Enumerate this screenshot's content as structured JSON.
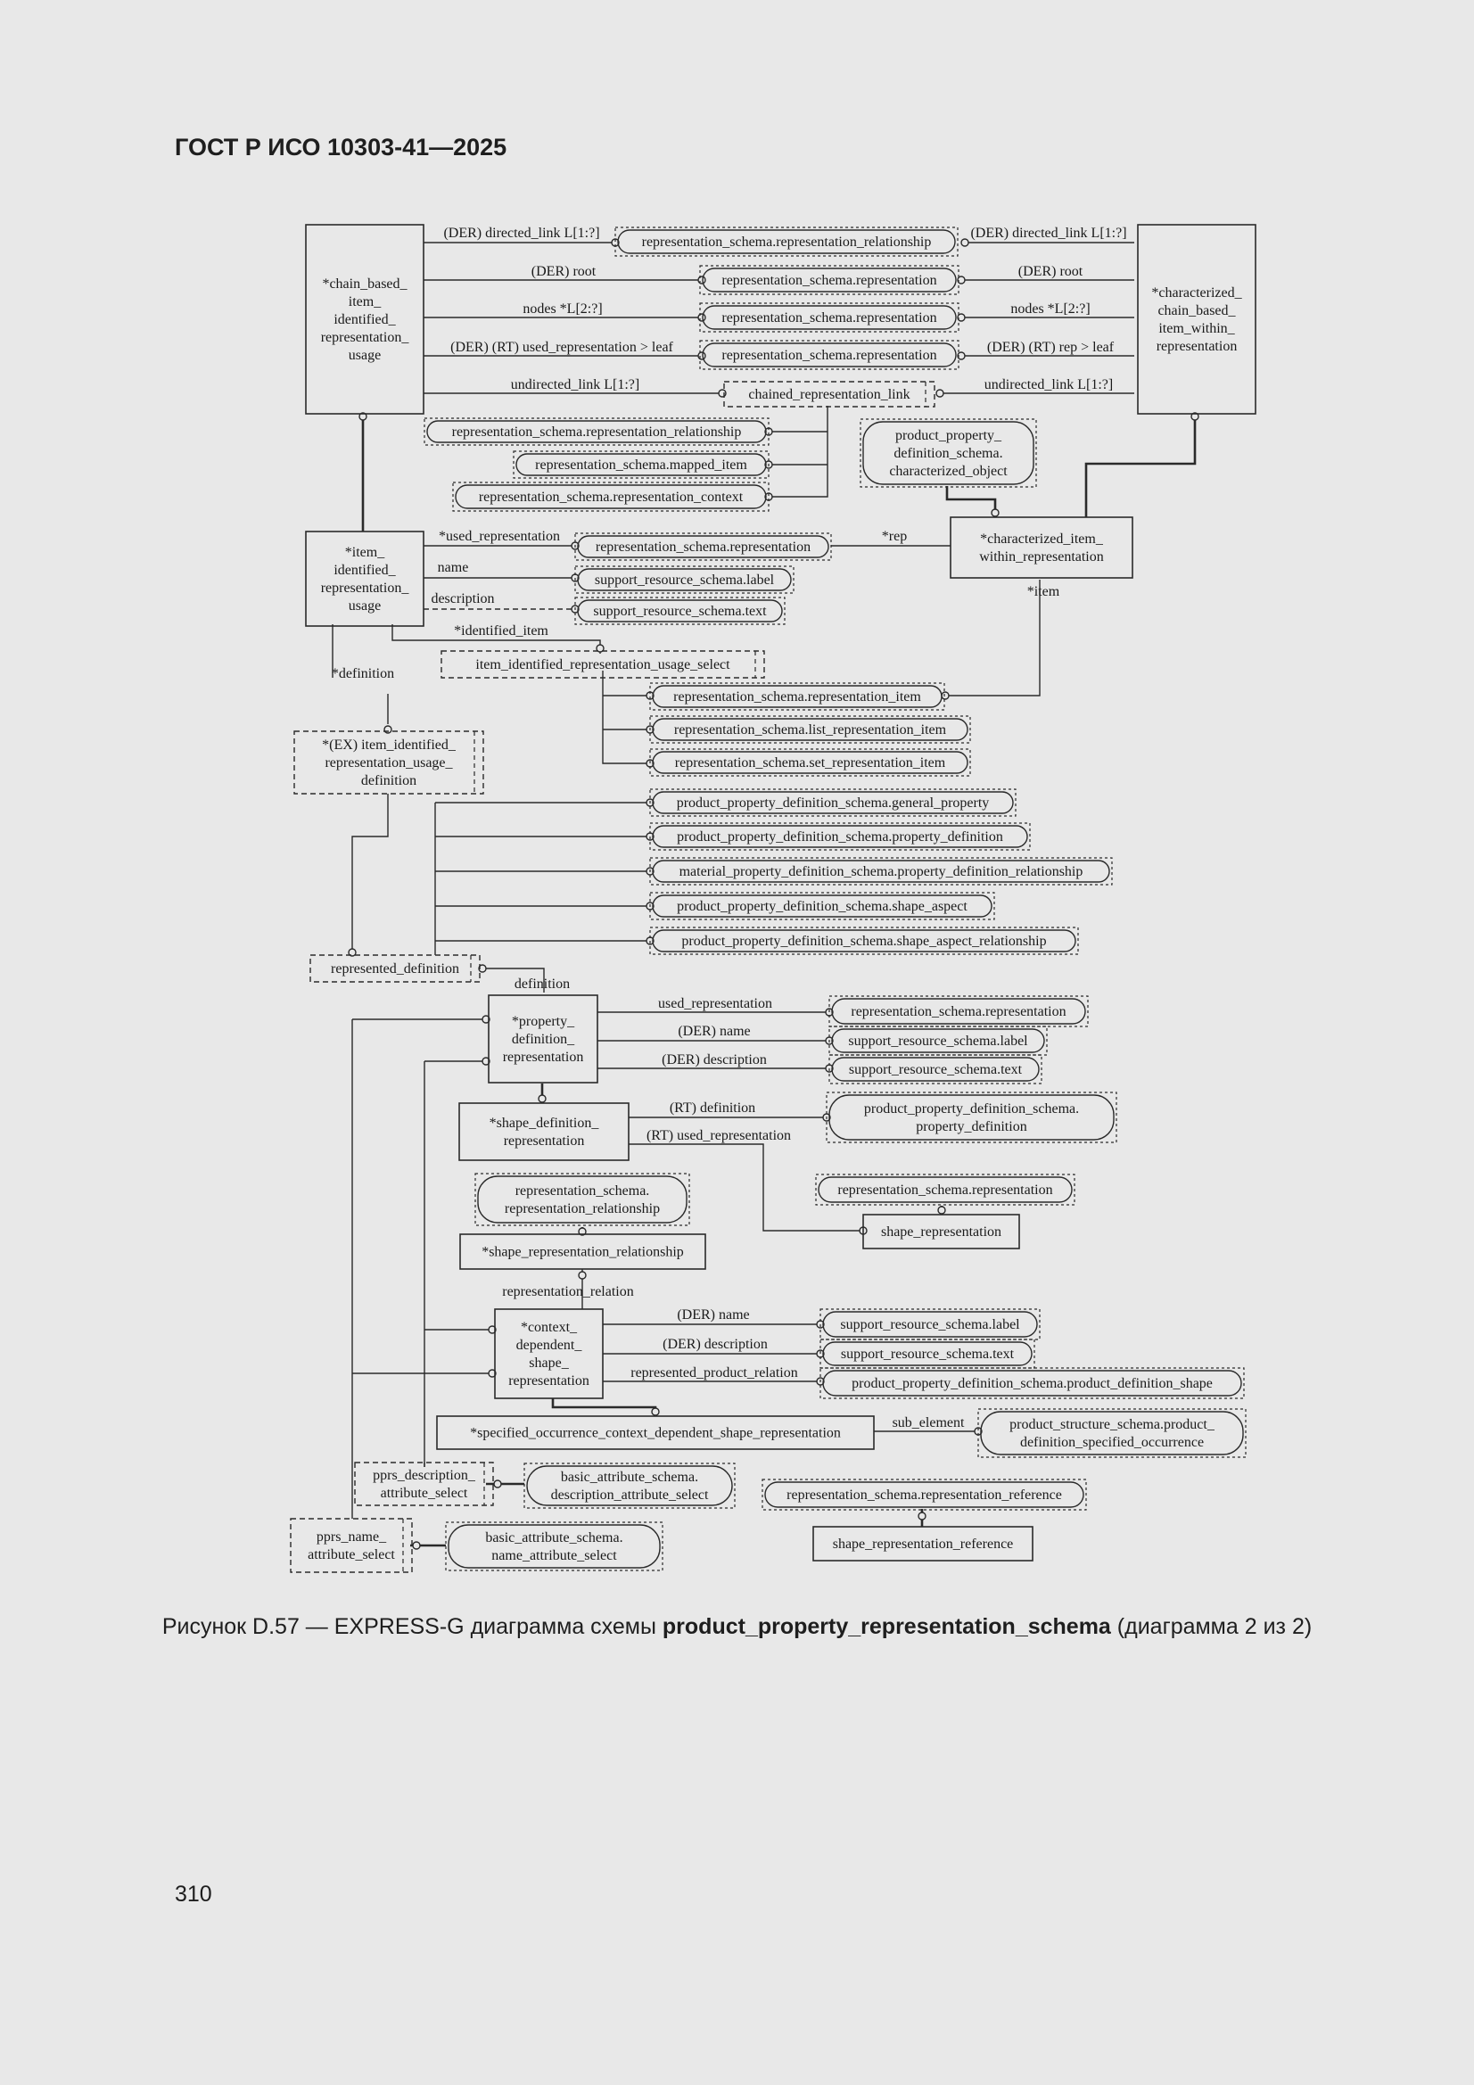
{
  "header": "ГОСТ Р ИСО 10303-41—2025",
  "page_number": "310",
  "caption": {
    "prefix": "Рисунок D.57 — EXPRESS-G диаграмма схемы ",
    "schema": "product_property_representation_schema",
    "suffix": " (диаграмма 2 из 2)"
  },
  "diagram": {
    "entities": {
      "chain_based": [
        "*chain_based_",
        "item_",
        "identified_",
        "representation_",
        "usage"
      ],
      "characterized_chain": [
        "*characterized_",
        "chain_based_",
        "item_within_",
        "representation"
      ],
      "item_identified": [
        "*item_",
        "identified_",
        "representation_",
        "usage"
      ],
      "characterized_item": [
        "*characterized_item_",
        "within_representation"
      ],
      "property_def_rep": [
        "*property_",
        "definition_",
        "representation"
      ],
      "shape_def_rep": [
        "*shape_definition_",
        "representation"
      ],
      "shape_rep_rel": [
        "*shape_representation_relationship"
      ],
      "shape_representation": [
        "shape_representation"
      ],
      "context_dep": [
        "*context_",
        "dependent_",
        "shape_",
        "representation"
      ],
      "specified_occ": [
        "*specified_occurrence_context_dependent_shape_representation"
      ],
      "shape_rep_ref": [
        "shape_representation_reference"
      ]
    },
    "selects": {
      "chained_rep_link": [
        "chained_representation_link"
      ],
      "item_ident_select": [
        "item_identified_representation_usage_select"
      ],
      "ex_item_def": [
        "*(EX) item_identified_",
        "representation_usage_",
        "definition"
      ],
      "represented_def": [
        "represented_definition"
      ],
      "pprs_desc": [
        "pprs_description_",
        "attribute_select"
      ],
      "pprs_name": [
        "pprs_name_",
        "attribute_select"
      ]
    },
    "refs": {
      "top_rep_rel": [
        "representation_schema.representation_relationship"
      ],
      "top_rep1": [
        "representation_schema.representation"
      ],
      "top_rep2": [
        "representation_schema.representation"
      ],
      "top_rep3": [
        "representation_schema.representation"
      ],
      "rr_left": [
        "representation_schema.representation_relationship"
      ],
      "mapped_item": [
        "representation_schema.mapped_item"
      ],
      "rep_context": [
        "representation_schema.representation_context"
      ],
      "char_object": [
        "product_property_",
        "definition_schema.",
        "characterized_object"
      ],
      "iiru_rep": [
        "representation_schema.representation"
      ],
      "iiru_label": [
        "support_resource_schema.label"
      ],
      "iiru_text": [
        "support_resource_schema.text"
      ],
      "rep_item": [
        "representation_schema.representation_item"
      ],
      "list_rep_item": [
        "representation_schema.list_representation_item"
      ],
      "set_rep_item": [
        "representation_schema.set_representation_item"
      ],
      "general_property": [
        "product_property_definition_schema.general_property"
      ],
      "property_definition": [
        "product_property_definition_schema.property_definition"
      ],
      "material_pdr": [
        "material_property_definition_schema.property_definition_relationship"
      ],
      "shape_aspect": [
        "product_property_definition_schema.shape_aspect"
      ],
      "shape_aspect_rel": [
        "product_property_definition_schema.shape_aspect_relationship"
      ],
      "pdr_rep": [
        "representation_schema.representation"
      ],
      "pdr_label": [
        "support_resource_schema.label"
      ],
      "pdr_text": [
        "support_resource_schema.text"
      ],
      "sdr_pd": [
        "product_property_definition_schema.",
        "property_definition"
      ],
      "srr_rr": [
        "representation_schema.",
        "representation_relationship"
      ],
      "sr_rep": [
        "representation_schema.representation"
      ],
      "cd_label": [
        "support_resource_schema.label"
      ],
      "cd_text": [
        "support_resource_schema.text"
      ],
      "cd_pds": [
        "product_property_definition_schema.product_definition_shape"
      ],
      "ps_occ": [
        "product_structure_schema.product_",
        "definition_specified_occurrence"
      ],
      "desc_attr": [
        "basic_attribute_schema.",
        "description_attribute_select"
      ],
      "rep_ref": [
        "representation_schema.representation_reference"
      ],
      "name_attr": [
        "basic_attribute_schema.",
        "name_attribute_select"
      ]
    },
    "labels": {
      "dl_left": "(DER) directed_link L[1:?]",
      "dl_right": "(DER) directed_link L[1:?]",
      "root_left": "(DER) root",
      "root_right": "(DER) root",
      "nodes_left": "nodes *L[2:?]",
      "nodes_right": "nodes *L[2:?]",
      "used_leaf": "(DER) (RT) used_representation > leaf",
      "rep_leaf": "(DER) (RT) rep > leaf",
      "ul_left": "undirected_link L[1:?]",
      "ul_right": "undirected_link L[1:?]",
      "used_rep_star": "*used_representation",
      "name": "name",
      "description": "description",
      "rep_star": "*rep",
      "item_star": "*item",
      "identified_item": "*identified_item",
      "definition_star": "*definition",
      "definition": "definition",
      "used_rep": "used_representation",
      "der_name": "(DER) name",
      "der_desc": "(DER) description",
      "rt_def": "(RT) definition",
      "rt_used": "(RT) used_representation",
      "rep_relation": "representation_relation",
      "der_name2": "(DER) name",
      "der_desc2": "(DER) description",
      "rep_prod_rel": "represented_product_relation",
      "sub_element": "sub_element"
    }
  }
}
